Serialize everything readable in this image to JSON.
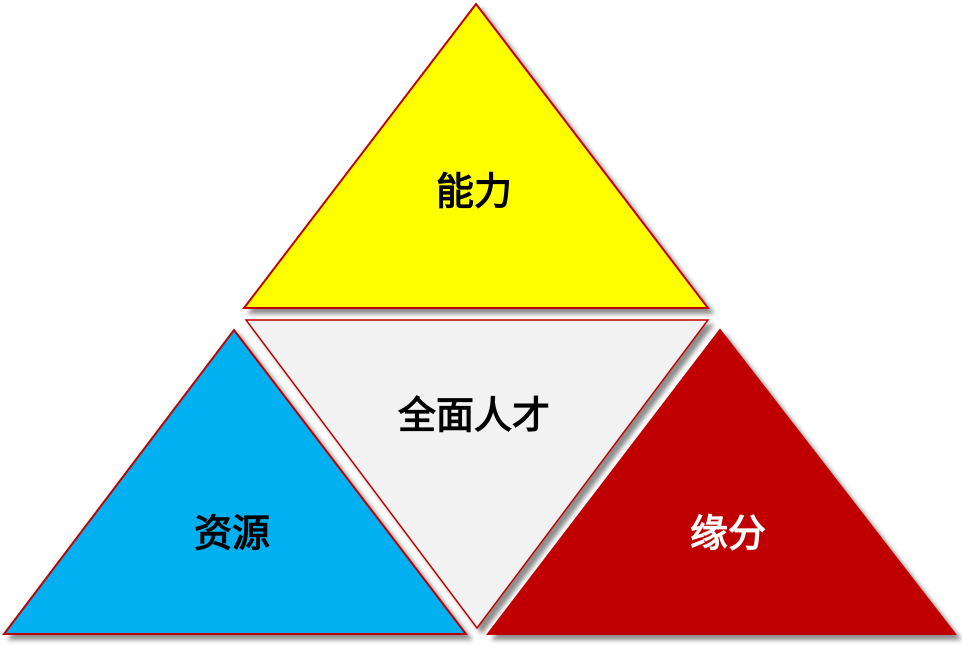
{
  "diagram": {
    "top": {
      "label": "能力",
      "fill": "#FFFF00",
      "stroke": "#C00000",
      "text_color": "#000000"
    },
    "center": {
      "label": "全面人才",
      "fill": "#F2F2F2",
      "stroke": "#C00000",
      "text_color": "#000000"
    },
    "left": {
      "label": "资源",
      "fill": "#00B0F0",
      "stroke": "#C00000",
      "text_color": "#000000"
    },
    "right": {
      "label": "缘分",
      "fill": "#C00000",
      "stroke": "#C00000",
      "text_color": "#FFFFFF"
    }
  }
}
